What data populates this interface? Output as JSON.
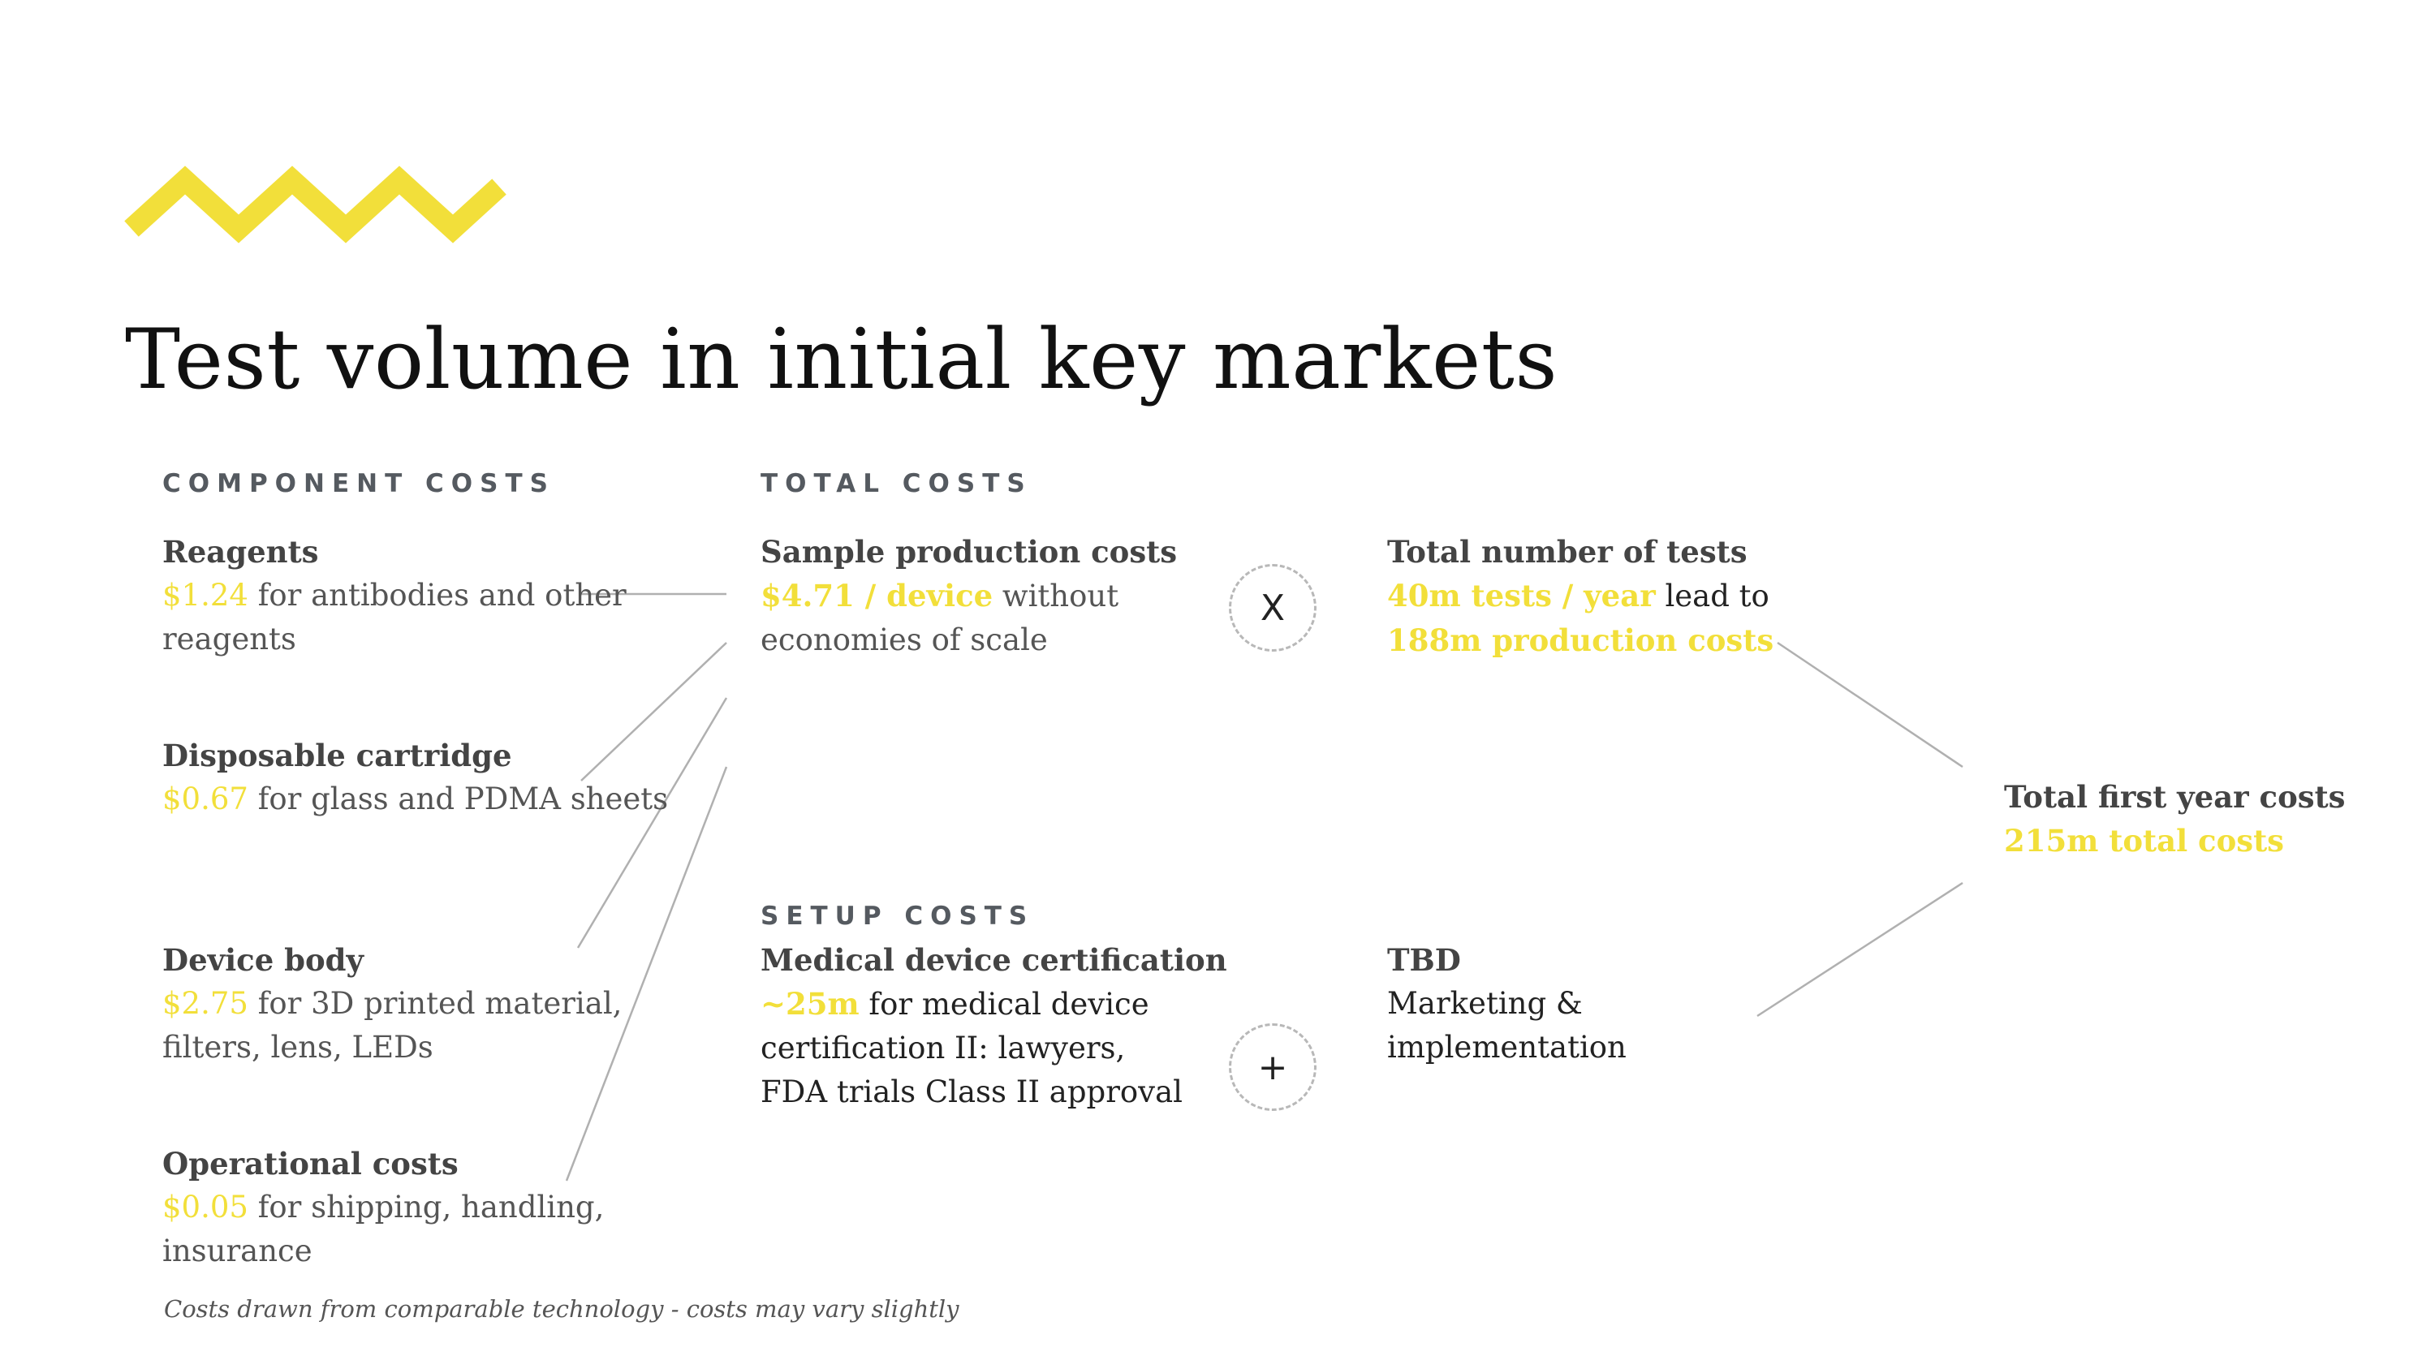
{
  "title": "Test volume in initial key markets",
  "colors": {
    "accent": "#f2df3a",
    "text": "#4a4a4a",
    "connector": "#b0b0b0"
  },
  "section_labels": {
    "component": "COMPONENT COSTS",
    "total": "TOTAL COSTS",
    "setup": "SETUP COSTS"
  },
  "components": {
    "reagents": {
      "head": "Reagents",
      "amount": "$1.24",
      "text_line1": " for antibodies and other",
      "text_line2": "reagents"
    },
    "cartridge": {
      "head": "Disposable cartridge",
      "amount": "$0.67",
      "text_line1": " for glass and PDMA sheets"
    },
    "device_body": {
      "head": "Device body",
      "amount": "$2.75",
      "text_line1": " for 3D printed material,",
      "text_line2": "filters, lens, LEDs"
    },
    "operational": {
      "head": "Operational costs",
      "amount": "$0.05",
      "text_line1": " for shipping, handling,",
      "text_line2": "insurance"
    }
  },
  "sample_production": {
    "head": "Sample production costs",
    "amount": "$4.71 / device",
    "text_line1": " without",
    "text_line2": "economies of scale"
  },
  "setup": {
    "head": "Medical device certification",
    "amount": "~25m",
    "text_line1": " for medical device",
    "text_line2": "certification II: lawyers,",
    "text_line3": "FDA trials Class II approval"
  },
  "operators": {
    "multiply": "X",
    "add": "+"
  },
  "total_tests": {
    "head": "Total number of tests",
    "amount": "40m tests / year",
    "text_line1": " lead to",
    "amount2": "188m production costs"
  },
  "tbd": {
    "head": "TBD",
    "text_line1": "Marketing &",
    "text_line2": "implementation"
  },
  "total_first_year": {
    "head": "Total first year costs",
    "amount": "215m total costs"
  },
  "footnote": "Costs drawn from comparable technology - costs may vary slightly",
  "icons": {
    "logo": "zigzag-logo-icon"
  }
}
